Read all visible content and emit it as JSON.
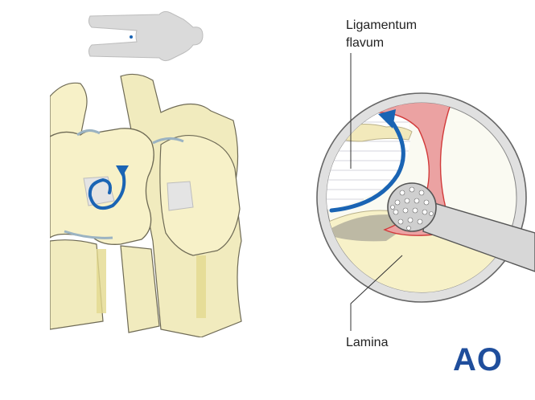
{
  "labels": {
    "ligamentum_line1": "Ligamentum",
    "ligamentum_line2": "flavum",
    "lamina": "Lamina"
  },
  "logo": {
    "text": "AO",
    "color": "#1f4e9c"
  },
  "colors": {
    "bone": "#f7f1c8",
    "bone_outline": "#6e6a55",
    "ligament": "#e98f8f",
    "ligament_edge": "#d23b3b",
    "arrow": "#1a64b4",
    "silhouette": "#d9d9d9",
    "instrument": "#d7d7d7"
  },
  "icons": {
    "body_silhouette": "body-silhouette-icon",
    "rotation_arrow": "rotation-arrow-icon",
    "burr": "burr-icon"
  }
}
